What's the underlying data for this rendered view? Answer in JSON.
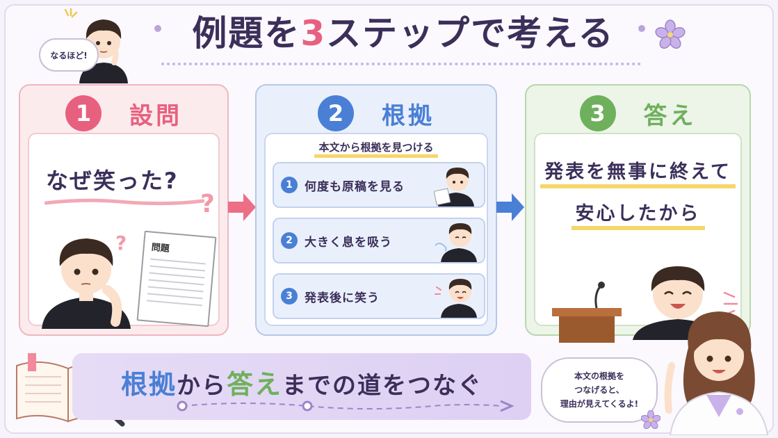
{
  "title": {
    "prefix": "例題を",
    "number": "3",
    "suffix": "ステップで考える"
  },
  "top_bubble": "なるほど!",
  "steps": [
    {
      "number": "1",
      "label": "設問",
      "question": "なぜ笑った?",
      "paper_title": "問題"
    },
    {
      "number": "2",
      "label": "根拠",
      "evidence_title": "本文から根拠を見つける",
      "items": [
        {
          "number": "1",
          "text": "何度も原稿を見る"
        },
        {
          "number": "2",
          "text": "大きく息を吸う"
        },
        {
          "number": "3",
          "text": "発表後に笑う"
        }
      ]
    },
    {
      "number": "3",
      "label": "答え",
      "answer_line1": "発表を無事に終えて",
      "answer_line2": "安心したから"
    }
  ],
  "banner": {
    "part1": "根拠",
    "part2": "から",
    "part3": "答え",
    "part4": "までの道をつなぐ"
  },
  "teacher_bubble": {
    "line1": "本文の根拠を",
    "line2": "つなげると、",
    "line3": "理由が見えてくるよ!"
  },
  "colors": {
    "step1": "#e8607f",
    "step2": "#4a7fd6",
    "step3": "#6fb05c",
    "highlight": "#f4d76b",
    "accent_purple": "#b9a6d8"
  },
  "icons": [
    "flower-icon",
    "sparkle-icon",
    "arrow-right-icon",
    "book-icon",
    "magnifier-icon",
    "microphone-icon",
    "podium-icon"
  ]
}
